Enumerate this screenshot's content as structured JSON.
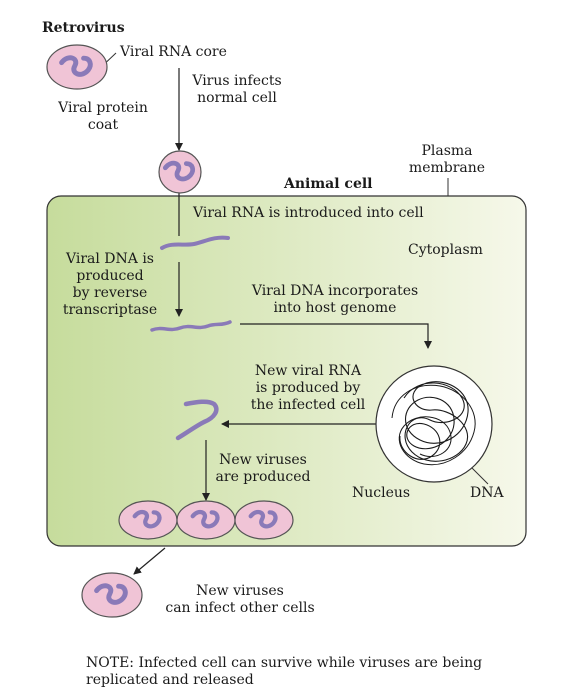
{
  "labels": {
    "retrovirus": "Retrovirus",
    "viral_rna_core": "Viral RNA core",
    "viral_protein_coat": [
      "Viral protein",
      "coat"
    ],
    "virus_infects": [
      "Virus infects",
      "normal cell"
    ],
    "plasma_membrane": [
      "Plasma",
      "membrane"
    ],
    "animal_cell": "Animal cell",
    "rna_introduced": "Viral RNA is introduced into cell",
    "cytoplasm": "Cytoplasm",
    "viral_dna_produced": [
      "Viral DNA is",
      "produced",
      "by reverse",
      "transcriptase"
    ],
    "dna_incorporates": [
      "Viral DNA incorporates",
      "into host genome"
    ],
    "new_rna_produced": [
      "New viral RNA",
      "is produced by",
      "the infected cell"
    ],
    "new_viruses_produced": [
      "New viruses",
      "are produced"
    ],
    "nucleus": "Nucleus",
    "dna": "DNA",
    "new_viruses_infect": [
      "New viruses",
      "can infect other cells"
    ]
  },
  "note": [
    "NOTE: Infected cell can survive while viruses are being",
    "replicated and released"
  ],
  "colors": {
    "virus_fill": "#f0c4d6",
    "virus_stroke": "#555555",
    "rna_strand": "#8a7ab8",
    "cell_fill_left": "#c6dc9c",
    "cell_fill_right": "#f6f8ea",
    "nucleus_fill": "#ffffff"
  }
}
